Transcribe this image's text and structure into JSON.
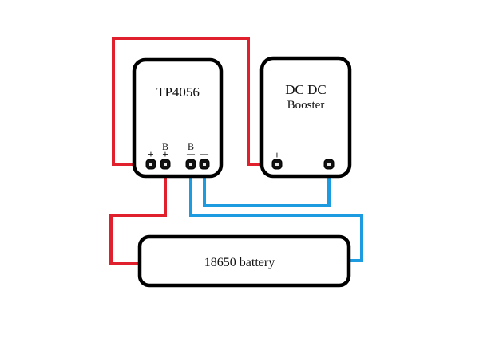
{
  "diagram": {
    "components": {
      "tp4056": {
        "title": "TP4056",
        "terminals": [
          {
            "id": "tp_in_plus",
            "top_label": "",
            "sign": "+"
          },
          {
            "id": "tp_bat_plus",
            "top_label": "B",
            "sign": "+"
          },
          {
            "id": "tp_bat_minus",
            "top_label": "B",
            "sign": "—"
          },
          {
            "id": "tp_out_minus",
            "top_label": "",
            "sign": "—"
          }
        ]
      },
      "booster": {
        "title_line1": "DC DC",
        "title_line2": "Booster",
        "terminals": [
          {
            "id": "boost_plus",
            "sign": "+"
          },
          {
            "id": "boost_minus",
            "sign": "—"
          }
        ]
      },
      "battery": {
        "title": "18650 battery"
      }
    },
    "wires": [
      {
        "id": "wire-tp-plus-to-booster-plus",
        "color": "#e0202c",
        "from": "tp_in_plus",
        "to": "boost_plus"
      },
      {
        "id": "wire-tp-bat-plus-to-battery",
        "color": "#e0202c",
        "from": "tp_bat_plus",
        "to": "battery_plus"
      },
      {
        "id": "wire-tp-minus-to-booster-minus",
        "color": "#1d9be0",
        "from": "tp_out_minus",
        "to": "boost_minus"
      },
      {
        "id": "wire-tp-bat-minus-to-battery",
        "color": "#1d9be0",
        "from": "tp_bat_minus",
        "to": "battery_minus"
      }
    ],
    "colors": {
      "positive_wire": "#e0202c",
      "negative_wire": "#1d9be0",
      "outline": "#000000",
      "background": "#ffffff"
    }
  }
}
